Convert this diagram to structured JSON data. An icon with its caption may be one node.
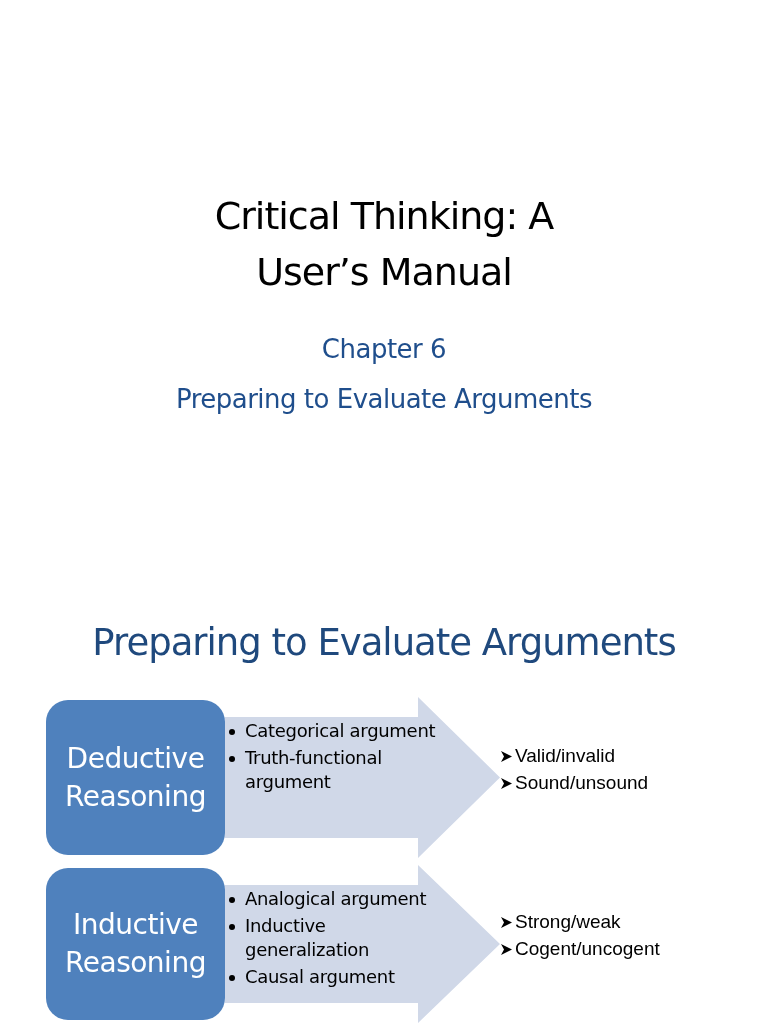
{
  "diagram": {
    "title": "Critical Thinking: A User’s Manual",
    "nodes": [
      {
        "text": [
          "Deductive Reasoning"
        ]
      },
      {
        "text": [
          "Categorical argument",
          "Truth-functional argument"
        ],
        "beside": [
          "Valid/invalid",
          "Sound/unsound"
        ]
      },
      {
        "text": [
          "Inductive Reasoning"
        ]
      },
      {
        "text": [
          "Analogical argument",
          "Inductive generalization",
          "Causal argument"
        ],
        "beside": [
          "Strong/weak",
          "Cogent/uncogent"
        ]
      }
    ],
    "labels": [
      "Chapter 6",
      "Preparing to Evaluate Arguments",
      "Preparing to Evaluate Arguments"
    ]
  }
}
